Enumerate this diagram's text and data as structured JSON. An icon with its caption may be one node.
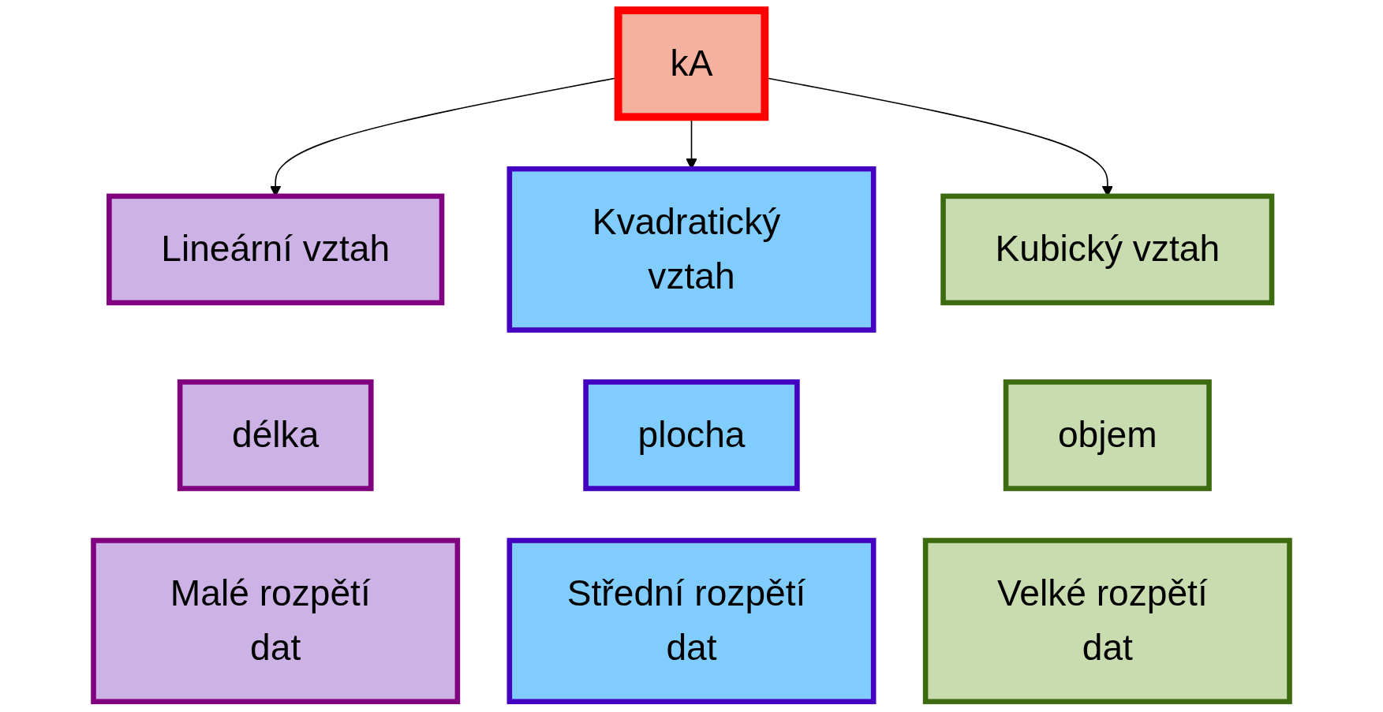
{
  "diagram": {
    "nodes": [
      {
        "text": [
          "kA"
        ]
      },
      {
        "text": [
          "Lineární vztah"
        ]
      },
      {
        "text": [
          "Kvadratický vztah"
        ]
      },
      {
        "text": [
          "Kubický vztah"
        ]
      },
      {
        "text": [
          "délka"
        ]
      },
      {
        "text": [
          "plocha"
        ]
      },
      {
        "text": [
          "objem"
        ]
      },
      {
        "text": [
          "Malé rozpětí dat"
        ]
      },
      {
        "text": [
          "Střední rozpětí dat"
        ]
      },
      {
        "text": [
          "Velké rozpětí dat"
        ]
      }
    ],
    "edges": [
      {
        "from": 0,
        "to": 1,
        "arrow": "to"
      },
      {
        "from": 0,
        "to": 2,
        "arrow": "to"
      },
      {
        "from": 0,
        "to": 3,
        "arrow": "to"
      }
    ]
  }
}
